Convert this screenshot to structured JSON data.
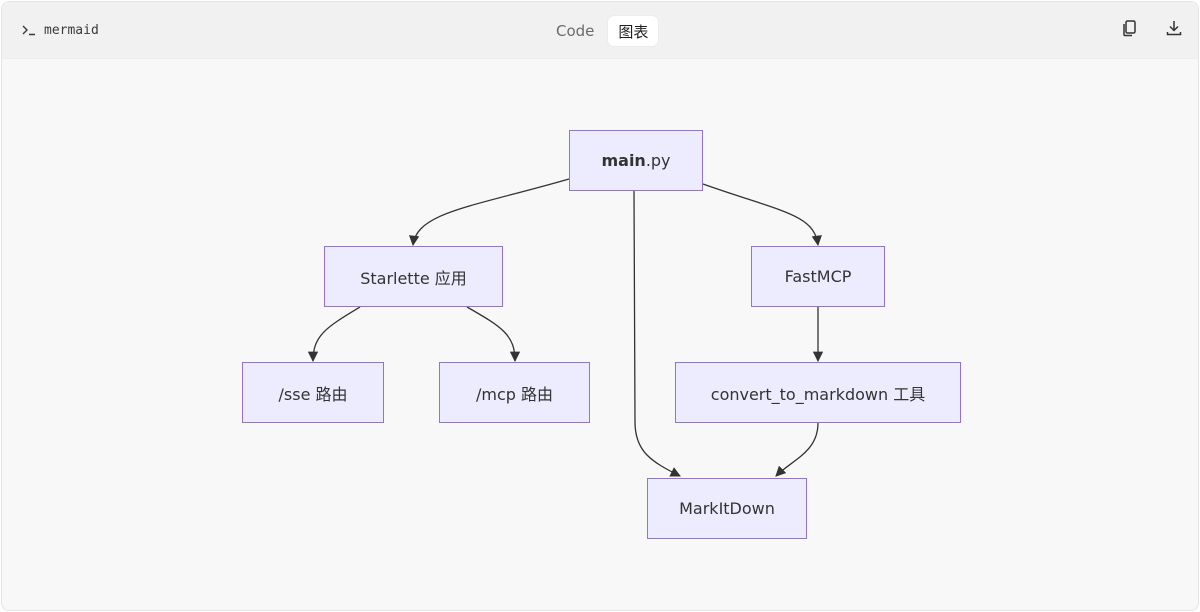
{
  "header": {
    "language_label": "mermaid",
    "tabs": [
      {
        "label": "Code",
        "active": false
      },
      {
        "label": "图表",
        "active": true
      }
    ],
    "actions": [
      "copy-icon",
      "download-icon"
    ]
  },
  "diagram": {
    "nodes": {
      "main": {
        "bold": "main",
        "rest": ".py"
      },
      "starlette": "Starlette 应用",
      "fastmcp": "FastMCP",
      "sse": "/sse 路由",
      "mcp": "/mcp 路由",
      "convert": "convert_to_markdown 工具",
      "markitdown": "MarkItDown"
    },
    "edges": [
      [
        "main",
        "starlette"
      ],
      [
        "main",
        "fastmcp"
      ],
      [
        "main",
        "markitdown"
      ],
      [
        "starlette",
        "sse"
      ],
      [
        "starlette",
        "mcp"
      ],
      [
        "fastmcp",
        "convert"
      ],
      [
        "convert",
        "markitdown"
      ]
    ],
    "colors": {
      "node_fill": "#ececfe",
      "node_stroke": "#9370db",
      "edge": "#333333",
      "background": "#f9f8f8"
    }
  }
}
